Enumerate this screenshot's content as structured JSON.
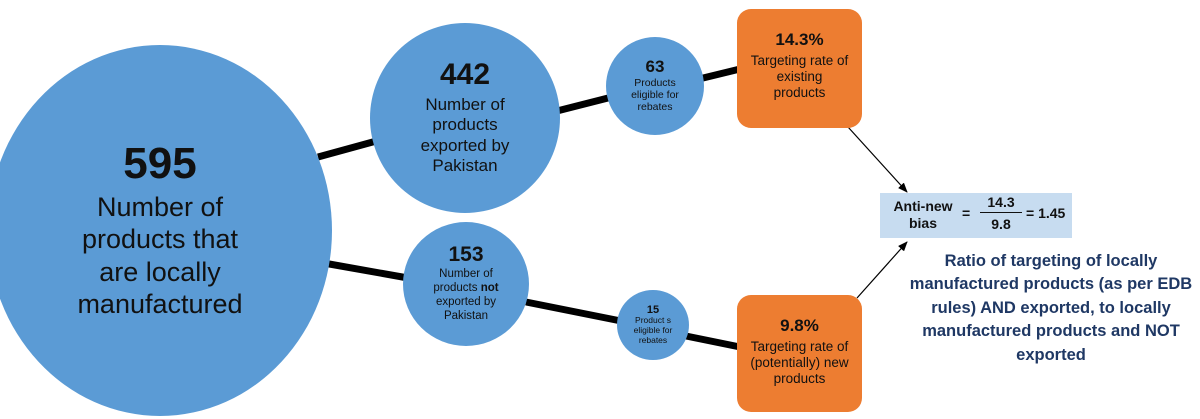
{
  "colors": {
    "circle": "#5b9bd5",
    "box": "#ed7d31",
    "formula_bg": "#c7dcf0",
    "caption": "#1f3864",
    "connector": "#000000"
  },
  "nodes": {
    "local": {
      "value": "595",
      "label": "Number of products that are locally manufactured"
    },
    "exported": {
      "value": "442",
      "label": "Number of products exported by Pakistan"
    },
    "not_exported": {
      "value": "153",
      "label_before": "Number of products ",
      "label_bold": "not",
      "label_after": " exported by Pakistan"
    },
    "eligible_existing": {
      "value": "63",
      "label": "Products eligible for rebates"
    },
    "eligible_new": {
      "value": "15",
      "label": "Product s eligible for rebates"
    },
    "rate_existing": {
      "value": "14.3%",
      "label": "Targeting rate of existing products"
    },
    "rate_new": {
      "value": "9.8%",
      "label": "Targeting rate of (potentially) new products"
    }
  },
  "formula": {
    "label": "Anti-new bias",
    "equals": "=",
    "numerator": "14.3",
    "denominator": "9.8",
    "result": "= 1.45"
  },
  "caption": "Ratio of targeting of locally manufactured products (as per EDB rules) AND exported, to locally manufactured products and NOT exported"
}
